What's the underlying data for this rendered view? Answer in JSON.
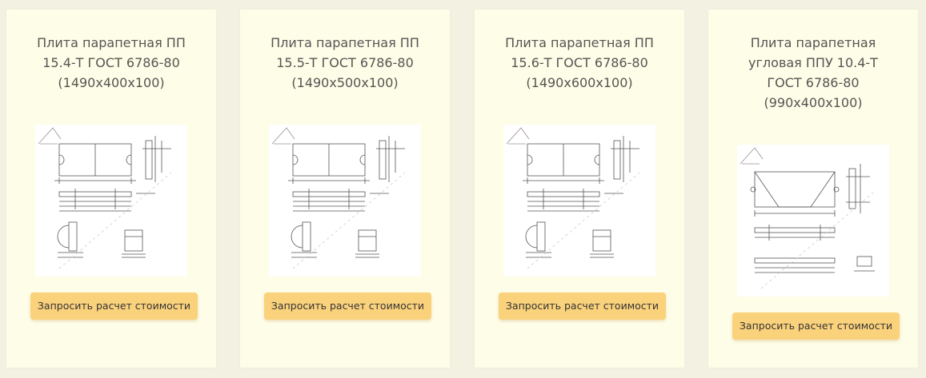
{
  "products": [
    {
      "title_lines": [
        "Плита парапетная ПП",
        "15.4-Т ГОСТ 6786-80",
        "(1490х400х100)"
      ],
      "drawing_icon": "technical-drawing-parapet-slab",
      "button_label": "Запросить расчет стоимости"
    },
    {
      "title_lines": [
        "Плита парапетная ПП",
        "15.5-Т ГОСТ 6786-80",
        "(1490х500х100)"
      ],
      "drawing_icon": "technical-drawing-parapet-slab",
      "button_label": "Запросить расчет стоимости"
    },
    {
      "title_lines": [
        "Плита парапетная ПП",
        "15.6-Т ГОСТ 6786-80",
        "(1490х600х100)"
      ],
      "drawing_icon": "technical-drawing-parapet-slab",
      "button_label": "Запросить расчет стоимости"
    },
    {
      "title_lines": [
        "Плита парапетная",
        "угловая ППУ 10.4-Т",
        "ГОСТ 6786-80",
        "(990х400х100)"
      ],
      "drawing_icon": "technical-drawing-corner-parapet-slab",
      "button_label": "Запросить расчет стоимости"
    }
  ],
  "colors": {
    "page_background": "#f2f1e2",
    "card_background": "#fefde7",
    "button_background": "#fbd27c",
    "title_text": "#555555"
  }
}
